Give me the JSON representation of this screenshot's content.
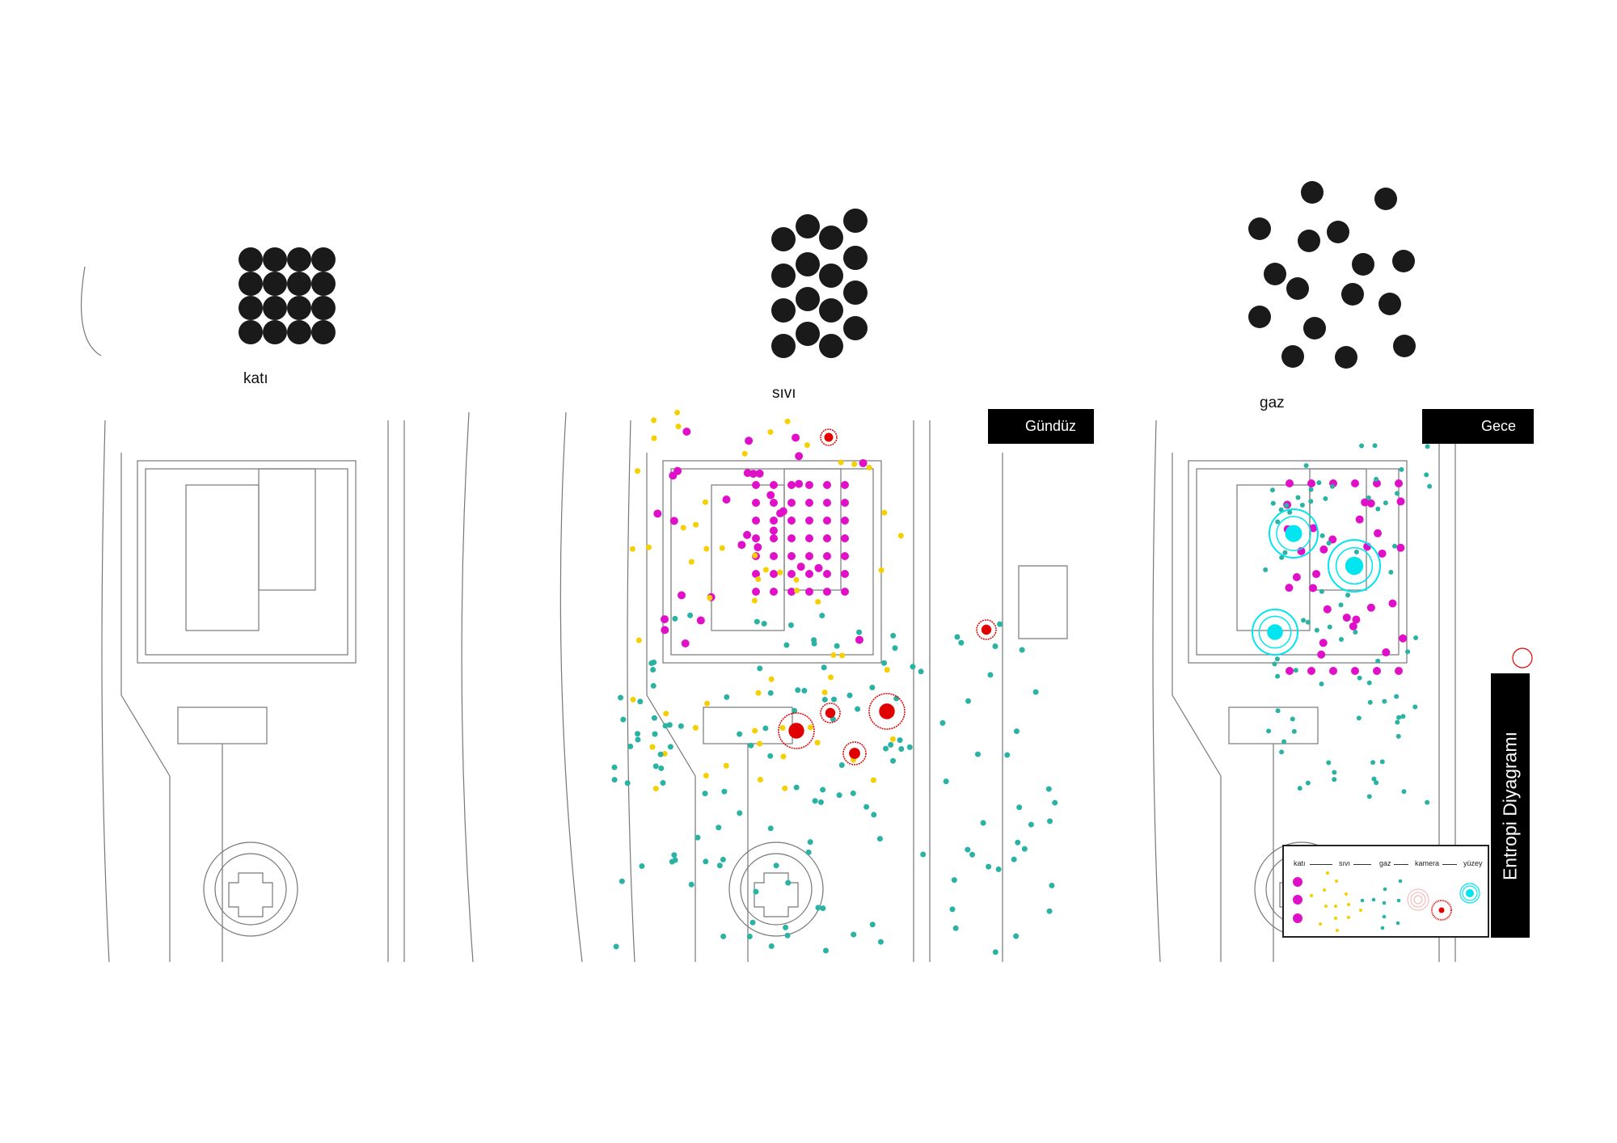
{
  "states": {
    "solid": "katı",
    "liquid": "sıvı",
    "gas": "gaz"
  },
  "tags": {
    "day": "Gündüz",
    "night": "Gece"
  },
  "title": "Entropi Diyagramı",
  "legend": {
    "items": [
      "katı",
      "sıvı",
      "gaz",
      "kamera",
      "yüzey"
    ]
  },
  "colors": {
    "solid": "#e010c8",
    "liquid": "#f5d000",
    "gas": "#2ab3a3",
    "camera": "#e00000",
    "surface": "#00e5f0",
    "particle": "#1a1a1a"
  }
}
